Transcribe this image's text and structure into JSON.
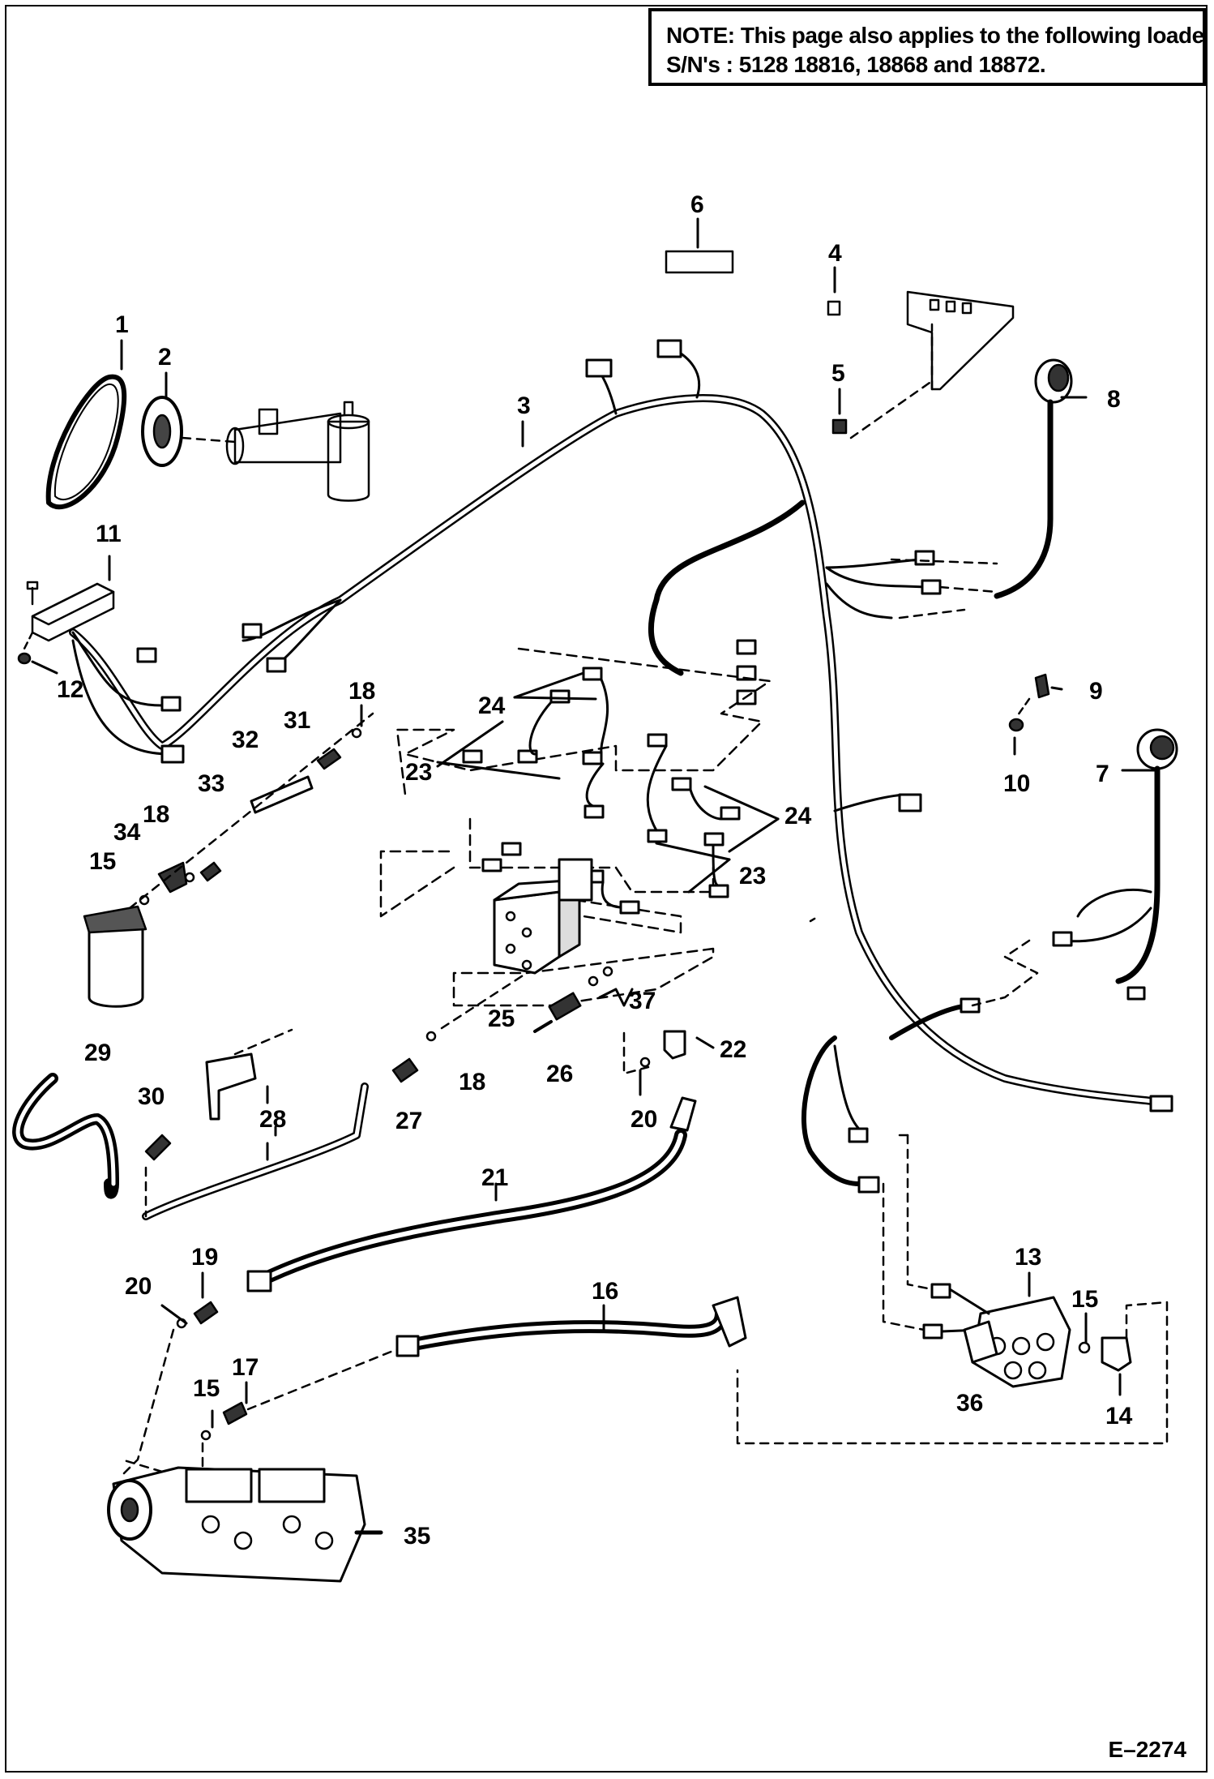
{
  "note": {
    "label": "NOTE:",
    "line1": "This page also applies to the following loader",
    "line2": "S/N's : 5128 18816, 18868 and 18872."
  },
  "figure_id": "E–2274",
  "callouts": {
    "c1": "1",
    "c2": "2",
    "c3": "3",
    "c4": "4",
    "c5": "5",
    "c6": "6",
    "c7": "7",
    "c8": "8",
    "c9": "9",
    "c10": "10",
    "c11": "11",
    "c12": "12",
    "c13": "13",
    "c14": "14",
    "c15a": "15",
    "c15b": "15",
    "c15c": "15",
    "c16": "16",
    "c17": "17",
    "c18a": "18",
    "c18b": "18",
    "c18c": "18",
    "c19": "19",
    "c20a": "20",
    "c20b": "20",
    "c21": "21",
    "c22": "22",
    "c23a": "23",
    "c23b": "23",
    "c24a": "24",
    "c24b": "24",
    "c25": "25",
    "c26": "26",
    "c27": "27",
    "c28": "28",
    "c29": "29",
    "c30": "30",
    "c31": "31",
    "c32": "32",
    "c33": "33",
    "c34": "34",
    "c35": "35",
    "c36": "36",
    "c37": "37"
  }
}
